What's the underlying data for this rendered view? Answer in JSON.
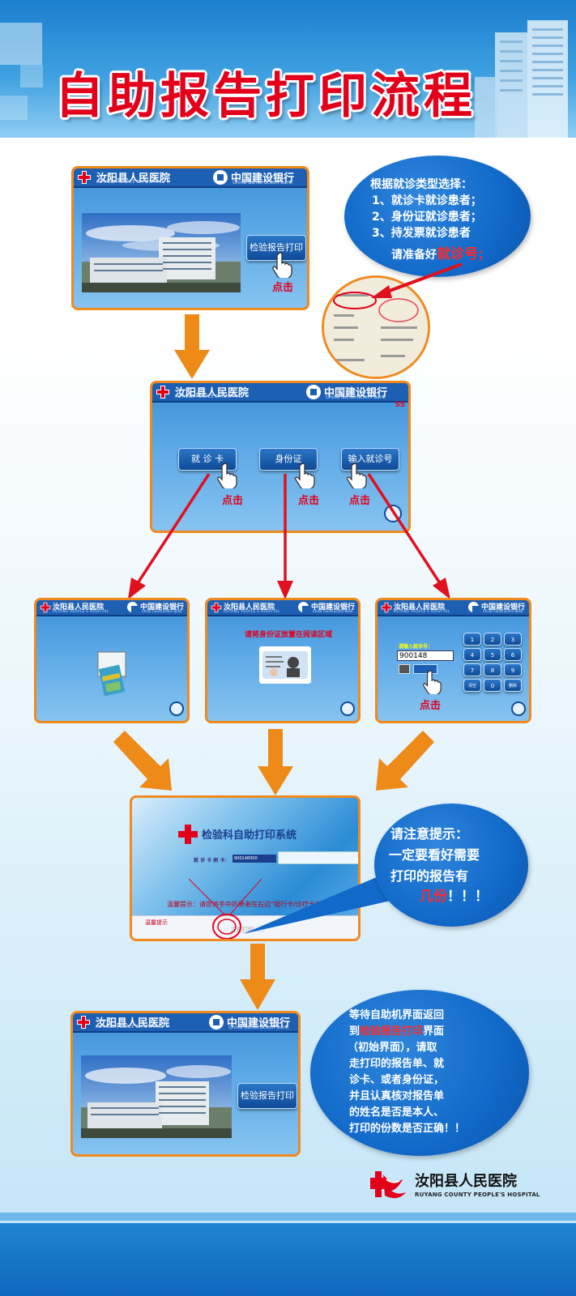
{
  "title": "自助报告打印流程",
  "hospital": {
    "name": "汝阳县人民医院",
    "name_en": "RUYANG PEOPLE'S HOSPITAL",
    "footer_name": "汝阳县人民医院",
    "footer_name_en": "RUYANG COUNTY PEOPLE'S HOSPITAL"
  },
  "bank": {
    "name": "中国建设银行",
    "name_en": "China Construction Bank"
  },
  "step1": {
    "button": "检验报告打印",
    "click": "点击"
  },
  "bubble1": {
    "intro": "根据就诊类型选择：",
    "item1": "1、就诊卡就诊患者；",
    "item2": "2、身份证就诊患者；",
    "item3": "3、持发票就诊患者",
    "prepare_prefix": "请准备好",
    "prepare_highlight": "就诊号",
    "prepare_suffix": "；"
  },
  "step2": {
    "countdown": "55",
    "btn_card": "就 诊 卡",
    "btn_id": "身份证",
    "btn_number": "输入就诊号",
    "click1": "点击",
    "click2": "点击",
    "click3": "点击"
  },
  "step3": {
    "id_prompt": "请将身份证放置在阅读区域",
    "num_label": "请输入就诊号：",
    "num_value": "900148",
    "keypad": [
      "1",
      "2",
      "3",
      "4",
      "5",
      "6",
      "7",
      "8",
      "9",
      "清空",
      "0",
      "删除"
    ],
    "click": "点击"
  },
  "step4": {
    "system_title": "检验科自助打印系统",
    "card_label": "就 诊 卡 刷 卡：",
    "card_value": "900148000",
    "tip_line": "温馨提示：请您将手中的患者在右边“银行卡/诊疗卡”插",
    "tip_bar": "温馨提示",
    "printing": "正在打印……"
  },
  "bubble2": {
    "line1": "请注意提示：",
    "line2": "一定要看好需要",
    "line3": "打印的报告有",
    "highlight": "几份",
    "suffix": "！！！"
  },
  "step5": {
    "button": "检验报告打印"
  },
  "bubble3": {
    "l1": "等待自助机界面返回",
    "l2_pre": "到",
    "l2_hl": "检验报告打印",
    "l2_post": "界面",
    "l3": "（初始界面），请取",
    "l4": "走打印的报告单、就",
    "l5": "诊卡、或者身份证，",
    "l6": "并且认真核对报告单",
    "l7": "的姓名是否是本人、",
    "l8": "打印的份数是否正确！！"
  },
  "colors": {
    "accent": "#e3001b",
    "panel_border": "#f08a1e",
    "arrow_orange": "#ee8a18",
    "arrow_red": "#e0101e",
    "bubble_blue": "#1169c9"
  }
}
